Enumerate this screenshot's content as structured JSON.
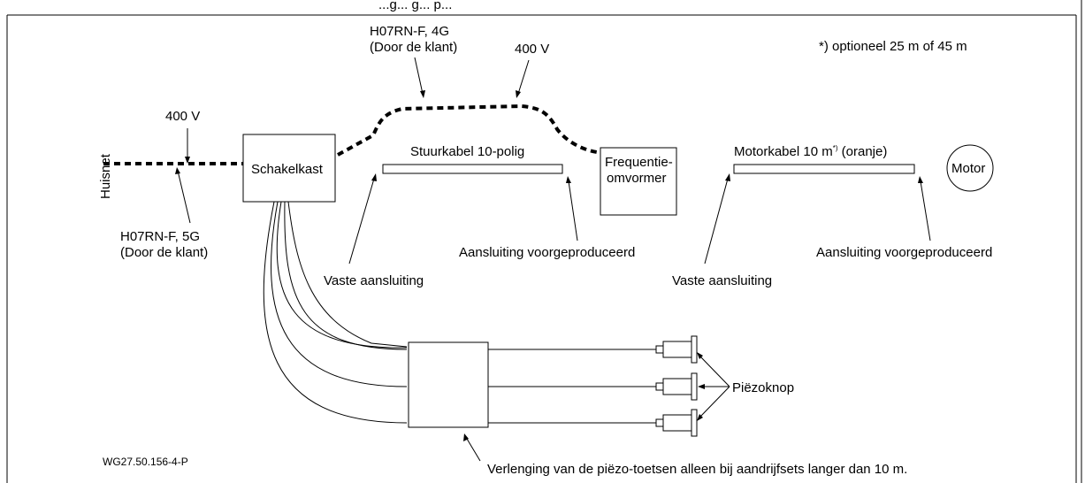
{
  "header": {
    "partial_title": "...g... g... p..."
  },
  "labels": {
    "huisnet": "Huisnet",
    "voltage_mains": "400 V",
    "voltage_top": "400 V",
    "cable_mains_line1": "H07RN-F, 5G",
    "cable_mains_line2": "(Door de klant)",
    "cable_top_line1": "H07RN-F, 4G",
    "cable_top_line2": "(Door de klant)",
    "optional_note": "*) optioneel 25 m of 45 m",
    "schakelkast": "Schakelkast",
    "stuurkabel": "Stuurkabel 10-polig",
    "frequentie_line1": "Frequentie-",
    "frequentie_line2": "omvormer",
    "motorkabel_a": "Motorkabel 10 m",
    "motorkabel_sup": "*)",
    "motorkabel_b": " (oranje)",
    "motor": "Motor",
    "vaste_1": "Vaste aansluiting",
    "aansluiting_1": "Aansluiting voorgeproduceerd",
    "vaste_2": "Vaste aansluiting",
    "aansluiting_2": "Aansluiting voorgeproduceerd",
    "piezoknop": "Piëzoknop",
    "verlenging": "Verlenging van de piëzo-toetsen alleen bij aandrijfsets langer dan 10 m.",
    "drawing_id": "WG27.50.156-4-P"
  }
}
